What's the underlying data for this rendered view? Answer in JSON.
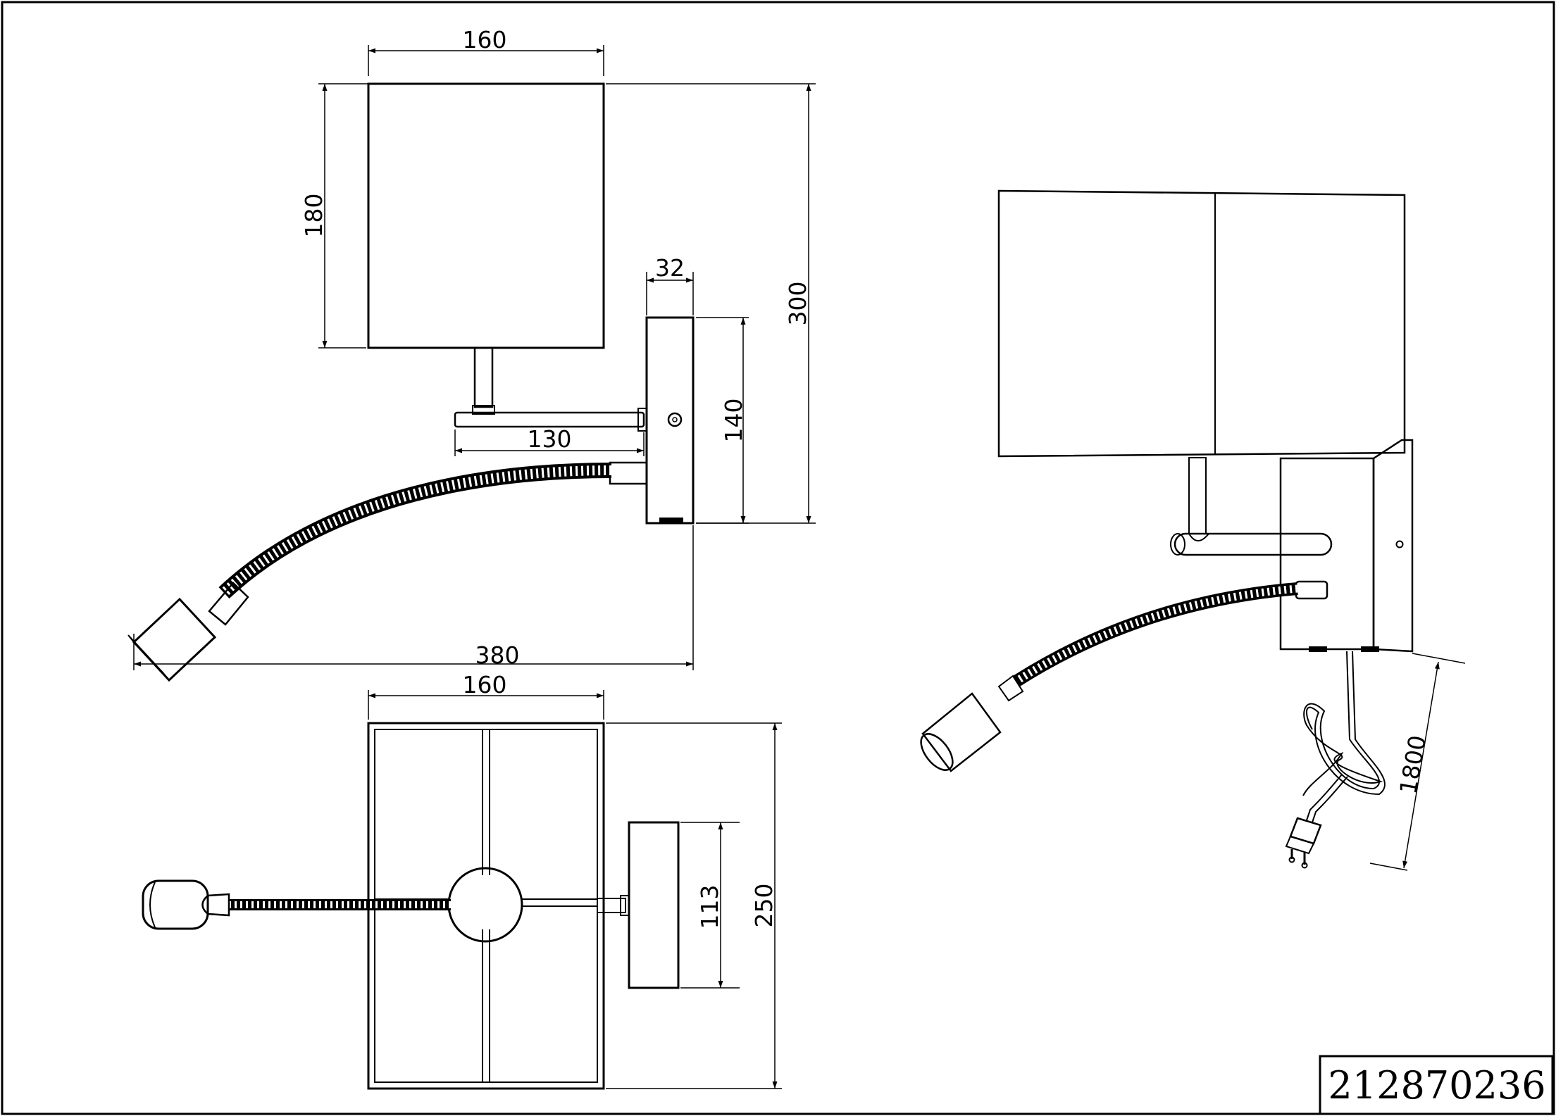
{
  "drawing": {
    "model_number": "212870236",
    "side_view": {
      "shade_width": "160",
      "shade_height": "180",
      "base_depth": "32",
      "base_height": "140",
      "overall_height": "300",
      "arm_length": "130",
      "overall_reach": "380"
    },
    "top_view": {
      "shade_width": "160",
      "shade_depth": "250",
      "base_width": "113"
    },
    "perspective_view": {
      "cable_length": "1800"
    }
  }
}
